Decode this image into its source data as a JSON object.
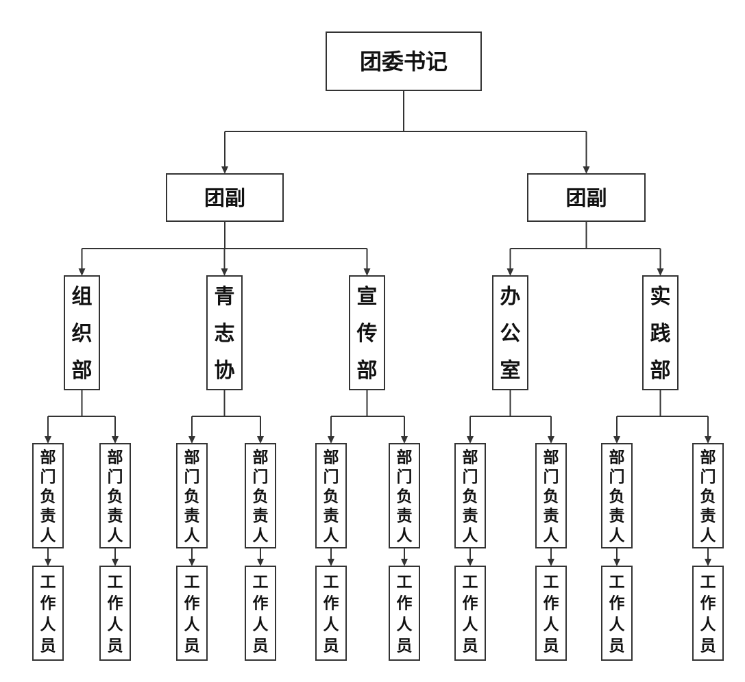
{
  "diagram": {
    "root": {
      "label": "团委书记"
    },
    "deputies": [
      {
        "label": "团副"
      },
      {
        "label": "团副"
      }
    ],
    "departments": [
      {
        "label": "组织部",
        "parent": 0
      },
      {
        "label": "青志协",
        "parent": 0
      },
      {
        "label": "宣传部",
        "parent": 0
      },
      {
        "label": "办公室",
        "parent": 1
      },
      {
        "label": "实践部",
        "parent": 1
      }
    ],
    "leader_label": "部门负责人",
    "staff_label": "工作人员"
  }
}
